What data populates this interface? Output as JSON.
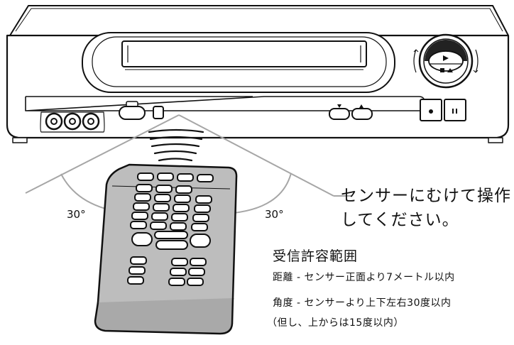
{
  "instruction": {
    "line1": "センサーにむけて操作",
    "line2": "してください。"
  },
  "angles": {
    "left": "30°",
    "right": "30°"
  },
  "range": {
    "title": "受信許容範囲",
    "distance": "距離 - センサー正面より7メートル以内",
    "angle": "角度 - センサーより上下左右30度以内",
    "note": "（但し、上からは15度以内）"
  }
}
